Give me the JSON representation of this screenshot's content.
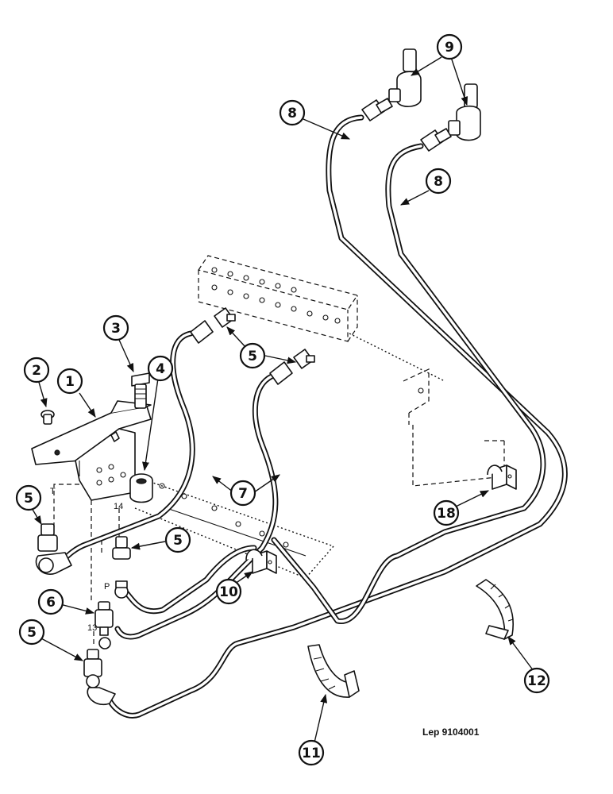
{
  "reference": "Lep 9104001",
  "callouts": {
    "c1": "1",
    "c2": "2",
    "c3": "3",
    "c4": "4",
    "c5a": "5",
    "c5b": "5",
    "c5c": "5",
    "c5d": "5",
    "c6": "6",
    "c7": "7",
    "c8a": "8",
    "c8b": "8",
    "c9": "9",
    "c10": "10",
    "c11": "11",
    "c12": "12",
    "c18": "18"
  },
  "port_labels": {
    "t": "T",
    "p": "P",
    "p14": "14",
    "p13": "13"
  }
}
